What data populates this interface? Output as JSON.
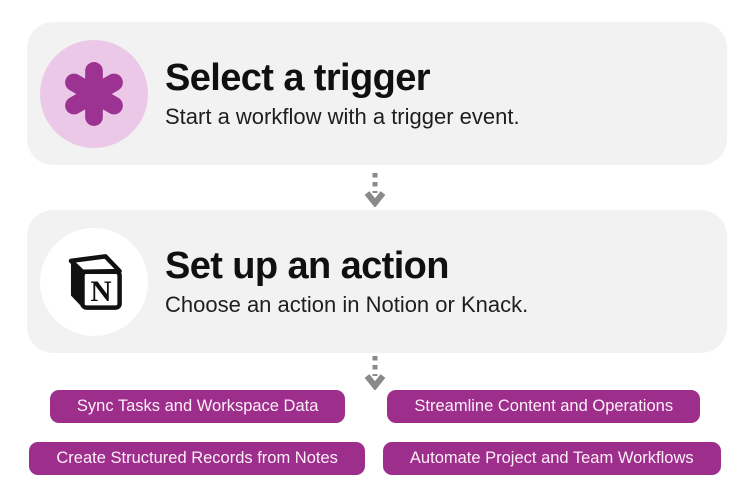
{
  "colors": {
    "page_bg": "#ffffff",
    "card_bg": "#f2f2f2",
    "title_text": "#101010",
    "subtitle_text": "#1e1e1e",
    "arrow": "#8a8a8a",
    "trigger_circle_bg": "#ebc8e8",
    "trigger_asterisk": "#9c3392",
    "action_circle_bg": "#ffffff",
    "notion_glyph": "#111111",
    "pill_bg": "#9d2e8c",
    "pill_text": "#fdeff8"
  },
  "cards": [
    {
      "icon": "asterisk-icon",
      "title": "Select a trigger",
      "subtitle": "Start a workflow with a trigger event."
    },
    {
      "icon": "notion-icon",
      "title": "Set up an action",
      "subtitle": "Choose an action in Notion or Knack."
    }
  ],
  "pills": [
    {
      "label": "Sync Tasks and Workspace Data"
    },
    {
      "label": "Streamline Content and Operations"
    },
    {
      "label": "Create Structured Records from Notes"
    },
    {
      "label": "Automate Project and Team Workflows"
    }
  ]
}
